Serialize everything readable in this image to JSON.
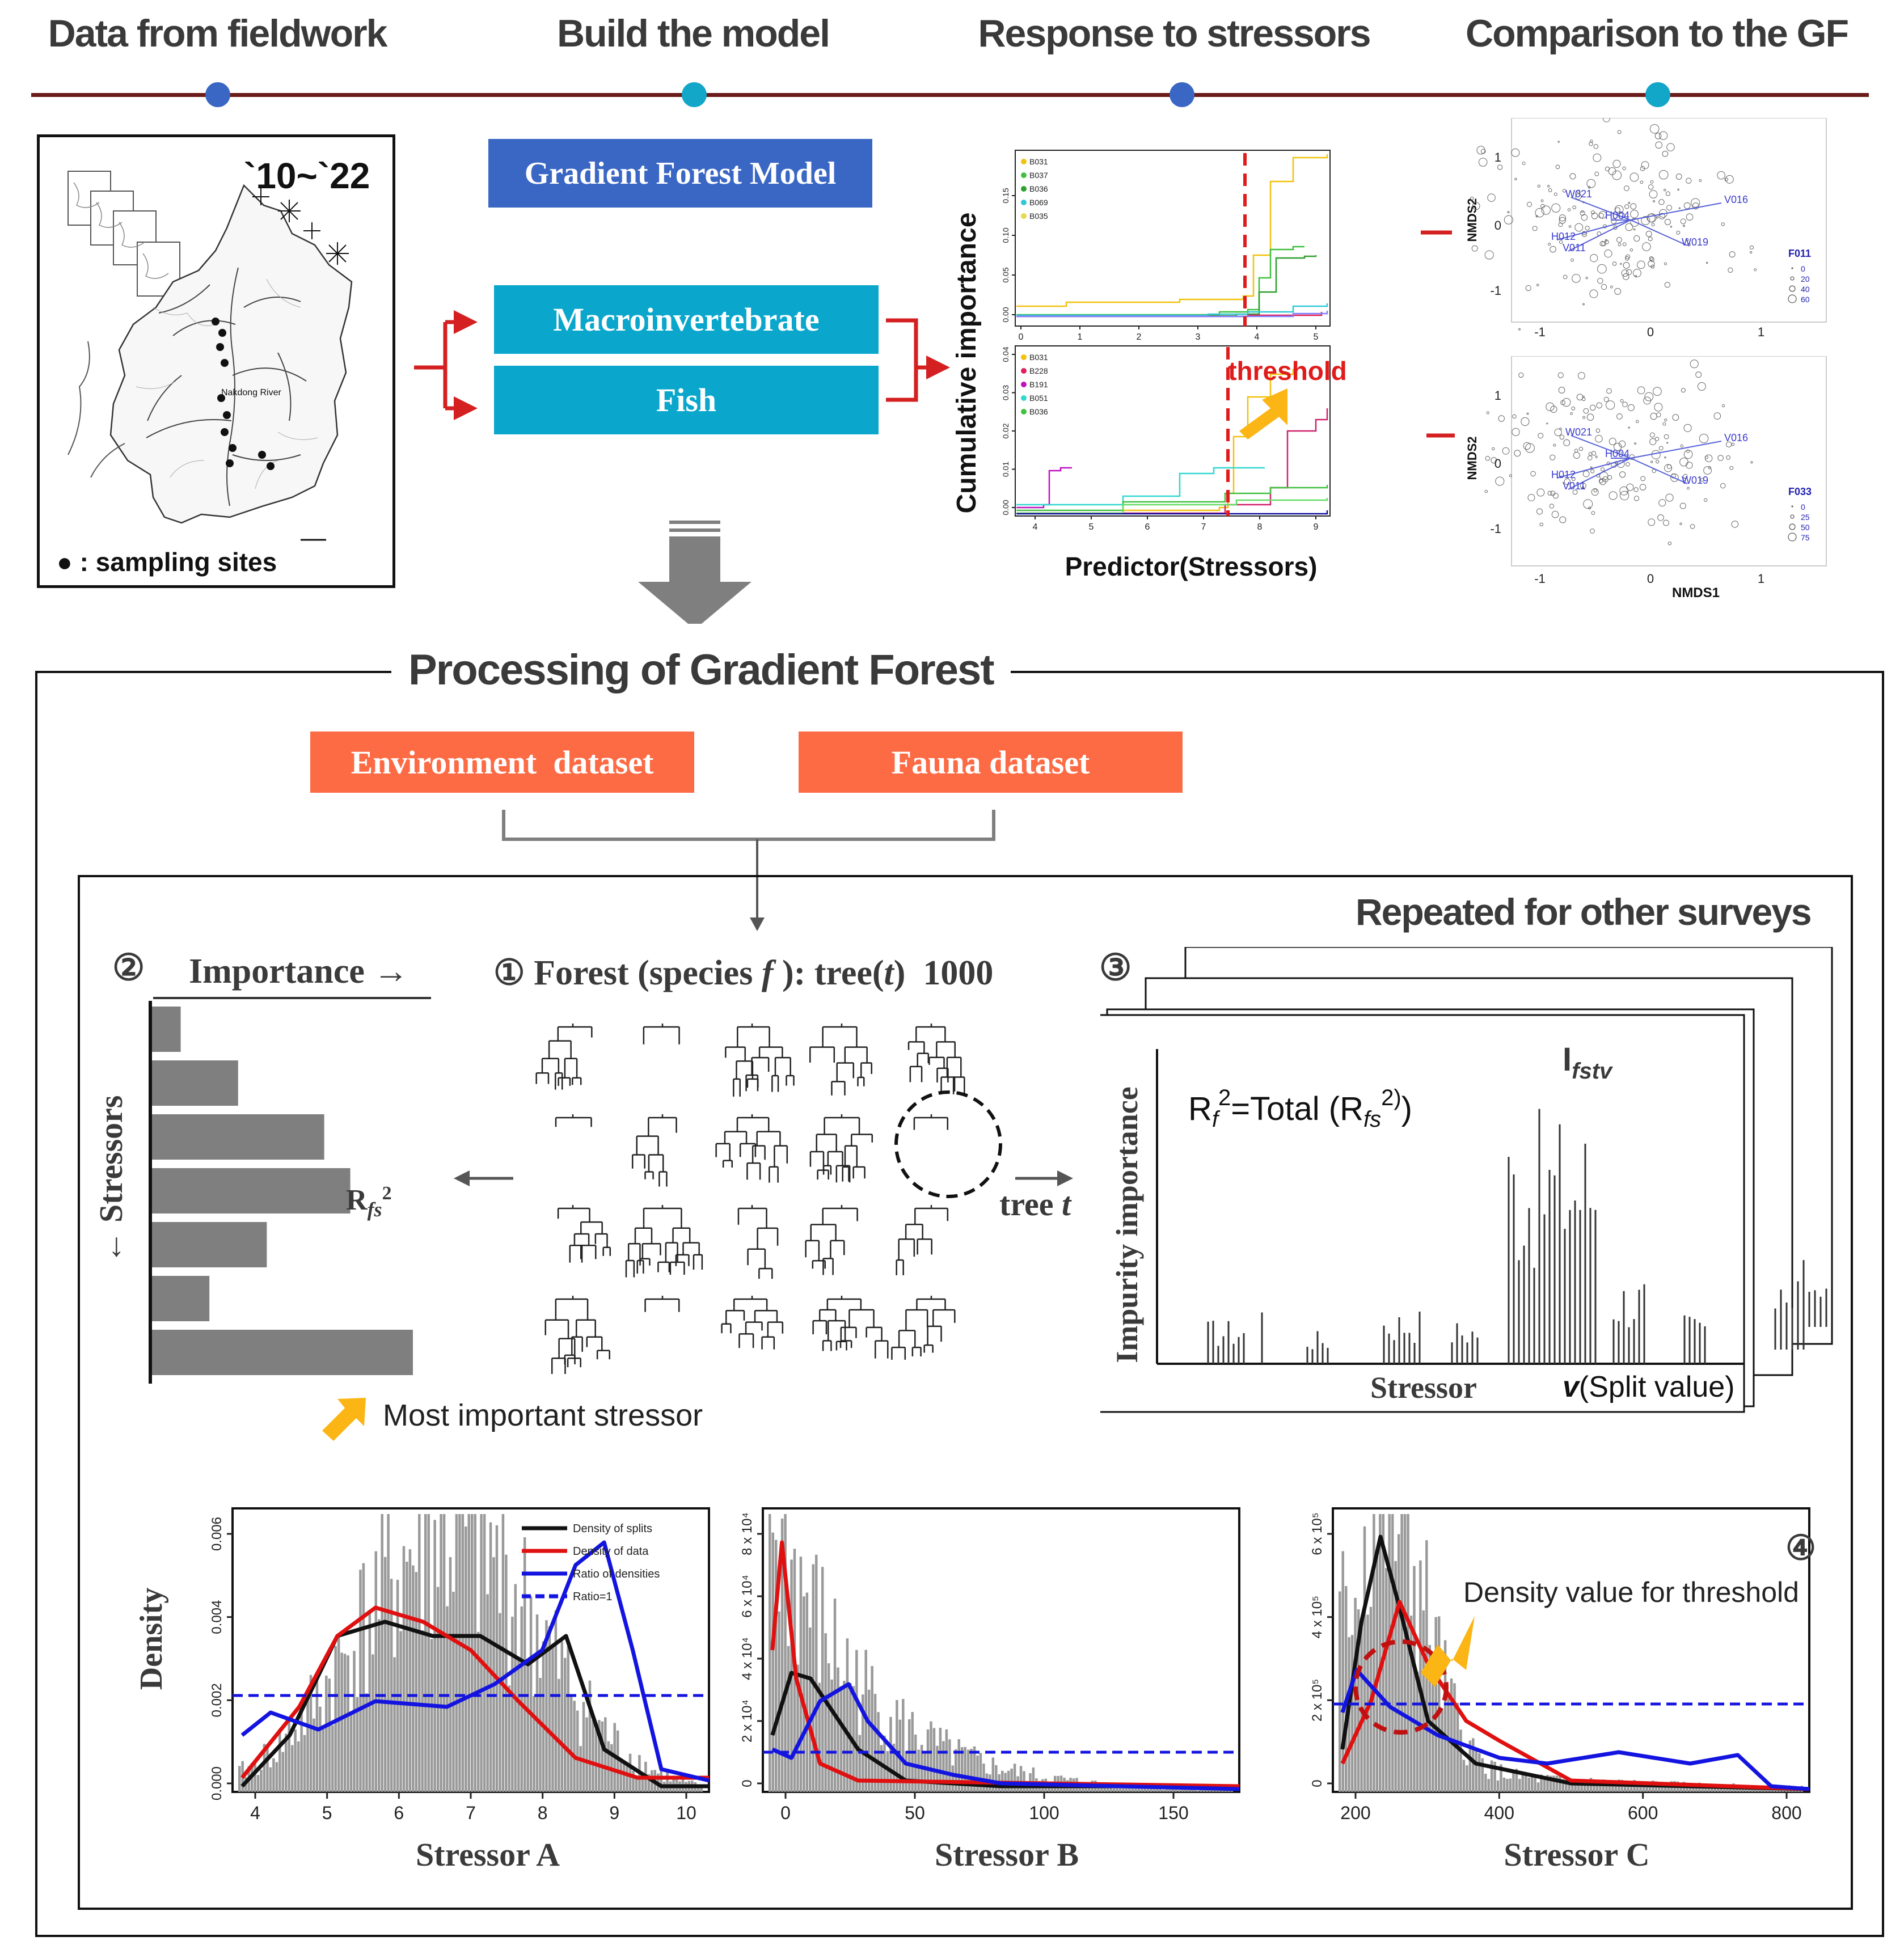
{
  "timeline": {
    "steps": [
      {
        "label": "Data from fieldwork",
        "dot": "#3a67c4"
      },
      {
        "label": "Build the model",
        "dot": "#12a6c8"
      },
      {
        "label": "Response to stressors",
        "dot": "#3a67c4"
      },
      {
        "label": "Comparison to the GF",
        "dot": "#12a6c8"
      }
    ],
    "line_color": "#6b1a1a"
  },
  "map": {
    "years": "`10~`22",
    "river_label": "Nakdong River",
    "legend": "● : sampling sites"
  },
  "model": {
    "title": "Gradient Forest Model",
    "inputs": [
      "Macroinvertebrate",
      "Fish"
    ]
  },
  "response": {
    "ylabel": "Cumulative importance",
    "xlabel": "Predictor(Stressors)",
    "threshold_label": "threshold",
    "top_panel": {
      "legend": [
        "B031",
        "B037",
        "B036",
        "B069",
        "B035"
      ],
      "yticks": [
        "0.00",
        "0.05",
        "0.10",
        "0.15"
      ],
      "xticks": [
        "0",
        "1",
        "2",
        "3",
        "4",
        "5"
      ]
    },
    "bottom_panel": {
      "legend": [
        "B031",
        "B228",
        "B191",
        "B051",
        "B036"
      ],
      "yticks": [
        "0.00",
        "0.01",
        "0.02",
        "0.03",
        "0.04"
      ],
      "xticks": [
        "4",
        "5",
        "6",
        "7",
        "8",
        "9"
      ]
    }
  },
  "nmds": {
    "ylabel": "NMDS2",
    "xlabel": "NMDS1",
    "ticks_x": [
      "-1",
      "0",
      "1"
    ],
    "ticks_y": [
      "1",
      "0",
      "-1"
    ],
    "vectors": [
      "W021",
      "H004",
      "V016",
      "H012",
      "V011",
      "W019"
    ],
    "top_legend": {
      "title": "F011",
      "items": [
        "0",
        "20",
        "40",
        "60"
      ]
    },
    "bottom_legend": {
      "title": "F033",
      "items": [
        "0",
        "25",
        "50",
        "75"
      ]
    }
  },
  "processing": {
    "title": "Processing of Gradient Forest",
    "datasets": [
      "Environment  dataset",
      "Fauna dataset"
    ],
    "repeated_label": "Repeated for other surveys",
    "importance": {
      "step": "②",
      "title": "Importance →",
      "axis": "← Stressors",
      "rfs_label": "R",
      "rfs_sub": "fs",
      "rfs_sup": "2",
      "most_important": "Most important stressor",
      "bar_values": [
        0.11,
        0.33,
        0.66,
        0.76,
        0.44,
        0.22,
        1.0
      ]
    },
    "forest": {
      "step": "①",
      "title_a": "Forest (species ",
      "title_f": "f",
      "title_b": " ): tree(",
      "title_t": "t",
      "title_c": ")  1000",
      "tree_label_a": "tree ",
      "tree_label_t": "t"
    },
    "impurity": {
      "step": "③",
      "ylabel": "Impurity importance",
      "formula_a": "R",
      "formula_f": "f",
      "formula_b": "2",
      "formula_c": "=Total (R",
      "formula_d": "fs",
      "formula_e": "2)",
      "peak_label": "I",
      "peak_sub": "fstv",
      "xlabel": "Stressor",
      "split_label_v": "v",
      "split_label": "(Split value)"
    }
  },
  "density": {
    "ylabel": "Density",
    "legend": [
      "Density of splits",
      "Density of data",
      "Ratio of densities",
      "Ratio=1"
    ],
    "step": "④",
    "threshold_note": "Density value for threshold",
    "charts": [
      {
        "xlabel": "Stressor A",
        "xticks": [
          "4",
          "5",
          "6",
          "7",
          "8",
          "9",
          "10"
        ],
        "yticks": [
          "0.000",
          "0.002",
          "0.004",
          "0.006"
        ]
      },
      {
        "xlabel": "Stressor B",
        "xticks": [
          "0",
          "50",
          "100",
          "150"
        ],
        "yticks": [
          "0",
          "2 x 10⁴",
          "4 x 10⁴",
          "6 x 10⁴",
          "8 x 10⁴"
        ]
      },
      {
        "xlabel": "Stressor C",
        "xticks": [
          "200",
          "400",
          "600",
          "800"
        ],
        "yticks": [
          "0",
          "2 x 10⁵",
          "4 x 10⁵",
          "6 x 10⁵"
        ]
      }
    ]
  },
  "colors": {
    "blue_box": "#3a67c4",
    "cyan_box": "#0aa6cc",
    "orange_box": "#fd6b45",
    "arrow_red": "#d42020",
    "arrow_yellow": "#fbb515",
    "bar_gray": "#7f7f7f"
  }
}
